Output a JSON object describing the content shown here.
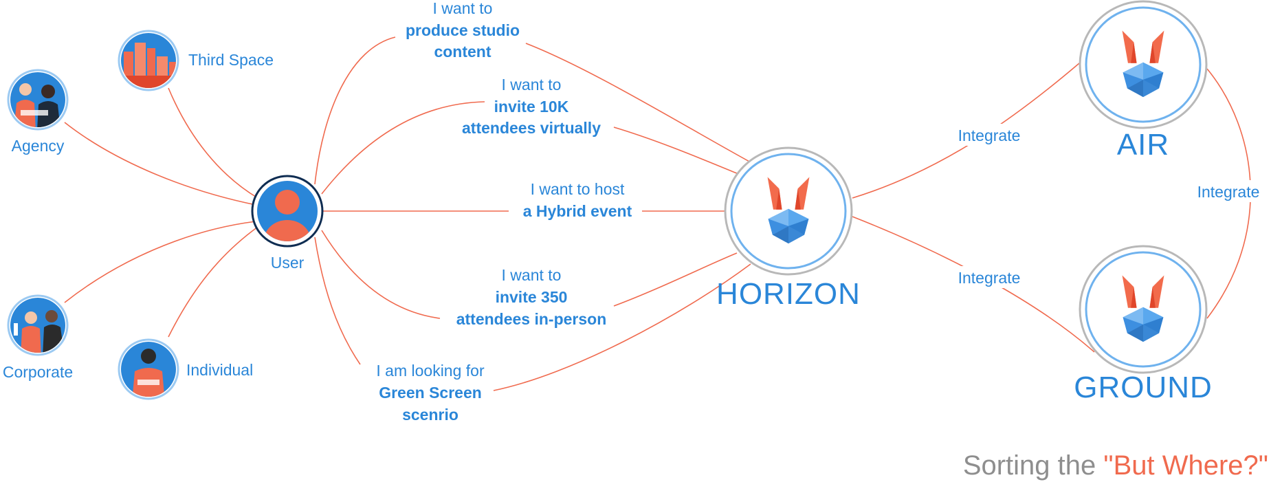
{
  "user": {
    "label": "User"
  },
  "personas": [
    {
      "id": "agency",
      "label": "Agency"
    },
    {
      "id": "third-space",
      "label": "Third Space"
    },
    {
      "id": "corporate",
      "label": "Corporate"
    },
    {
      "id": "individual",
      "label": "Individual"
    }
  ],
  "use_cases": [
    {
      "id": "studio",
      "line1": "I want to",
      "line2": "produce studio",
      "line3": "content"
    },
    {
      "id": "virtual",
      "line1": "I want to",
      "line2": "invite 10K",
      "line3": "attendees virtually"
    },
    {
      "id": "hybrid",
      "line1": "I want to host",
      "line2": "a Hybrid event"
    },
    {
      "id": "in-person",
      "line1": "I want to",
      "line2": "invite 350",
      "line3": "attendees in-person"
    },
    {
      "id": "green-screen",
      "line1": "I am looking for",
      "line2": "Green Screen",
      "line3": "scenrio"
    }
  ],
  "products": {
    "horizon": {
      "name": "HORIZON"
    },
    "air": {
      "name": "AIR"
    },
    "ground": {
      "name": "GROUND"
    }
  },
  "integrate_labels": {
    "horizon_air": "Integrate",
    "horizon_ground": "Integrate",
    "air_ground": "Integrate"
  },
  "footer": {
    "prefix": "Sorting the ",
    "highlight": "\"But Where?\""
  },
  "colors": {
    "blue": "#2a86d8",
    "orange": "#f06a4e",
    "grey": "#8e8e8e",
    "navy": "#0f2d52"
  }
}
